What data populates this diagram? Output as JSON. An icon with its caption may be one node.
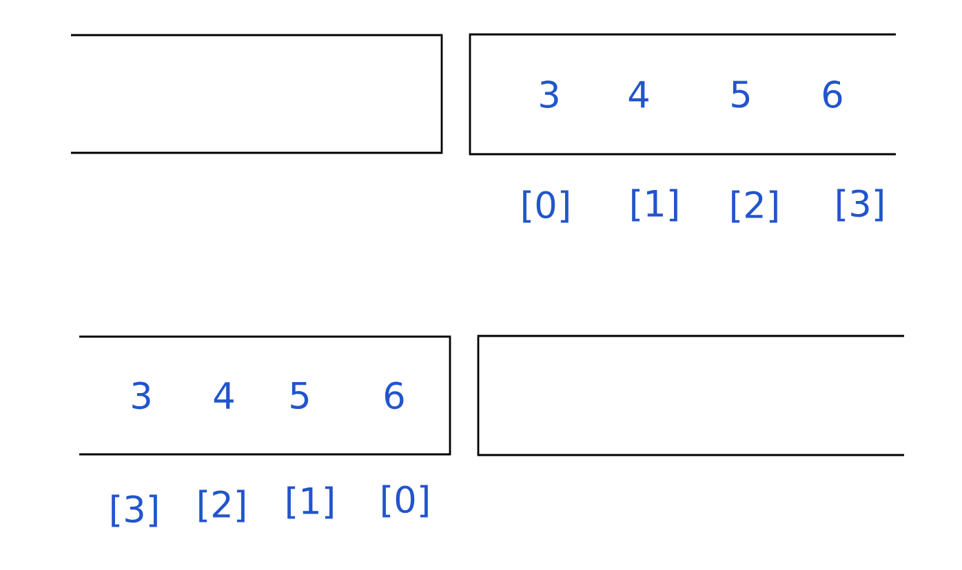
{
  "diagram": {
    "nodes": [
      {
        "text": [],
        "shape": "box"
      },
      {
        "text": [
          "3",
          "4",
          "5",
          "6"
        ]
      },
      {
        "text": [
          "3",
          "4",
          "5",
          "6"
        ]
      },
      {
        "text": [],
        "shape": "box"
      }
    ],
    "labels": [
      "[0]",
      "[1]",
      "[2]",
      "[3]",
      "[3]",
      "[2]",
      "[1]",
      "[0]"
    ]
  }
}
